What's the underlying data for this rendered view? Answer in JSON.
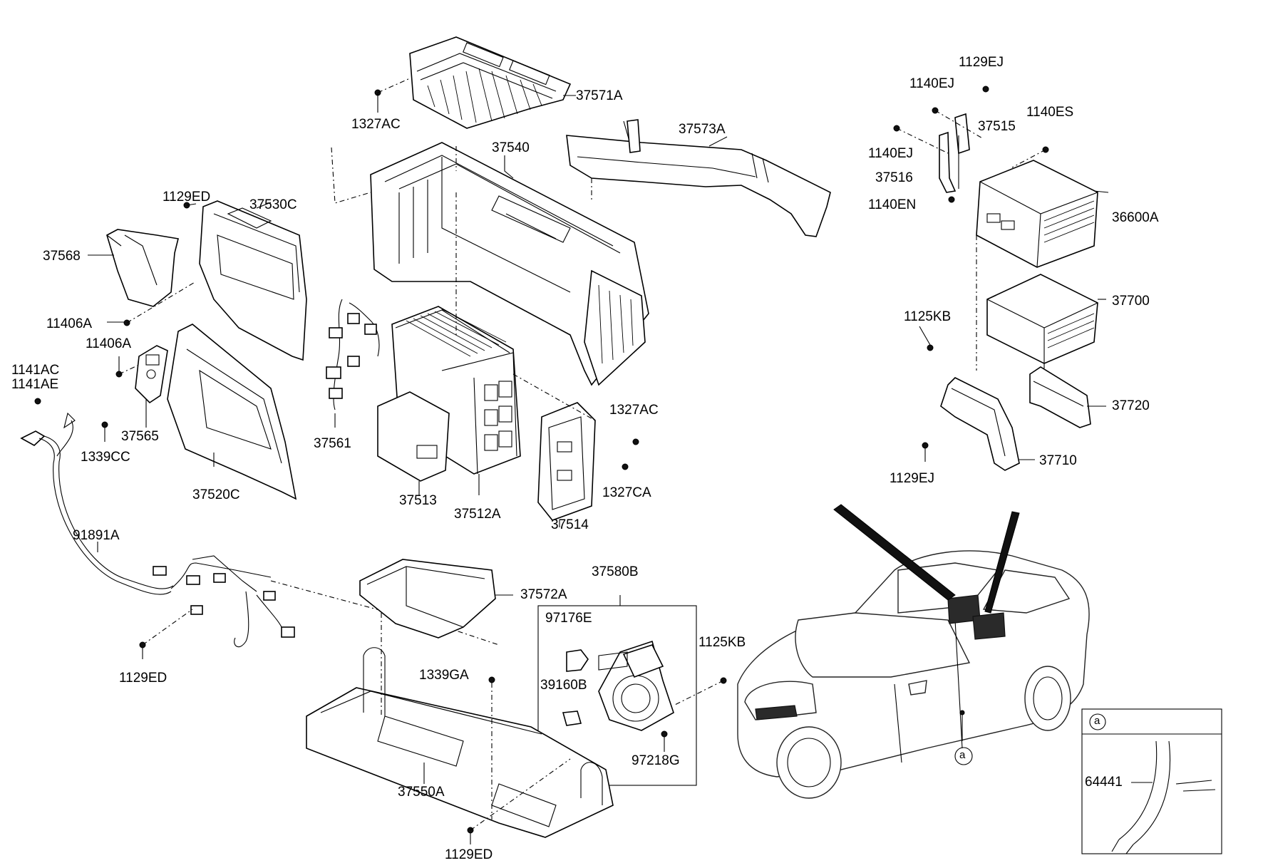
{
  "diagram": {
    "part_numbers": {
      "p37571A": "37571A",
      "p1327AC_top": "1327AC",
      "p37573A": "37573A",
      "p37540": "37540",
      "p1129ED_left": "1129ED",
      "p37530C": "37530C",
      "p37568": "37568",
      "p11406A_a": "11406A",
      "p11406A_b": "11406A",
      "p1141AC": "1141AC",
      "p1141AE": "1141AE",
      "p37565": "37565",
      "p1339CC": "1339CC",
      "p37520C": "37520C",
      "p37561": "37561",
      "p37513": "37513",
      "p37512A": "37512A",
      "p1327AC_mid": "1327AC",
      "p1327CA": "1327CA",
      "p37514": "37514",
      "p1129EJ_top": "1129EJ",
      "p1140EJ_a": "1140EJ",
      "p37515": "37515",
      "p1140ES": "1140ES",
      "p1140EJ_b": "1140EJ",
      "p37516": "37516",
      "p1140EN": "1140EN",
      "p36600A": "36600A",
      "p37700": "37700",
      "p1125KB_right": "1125KB",
      "p37720": "37720",
      "p37710": "37710",
      "p1129EJ_bottom": "1129EJ",
      "p91891A": "91891A",
      "p1129ED_harness": "1129ED",
      "p37572A": "37572A",
      "p37580B": "37580B",
      "p97176E": "97176E",
      "p1125KB_fan": "1125KB",
      "p1339GA": "1339GA",
      "p39160B": "39160B",
      "p97218G": "97218G",
      "p37550A": "37550A",
      "p1129ED_bottom": "1129ED",
      "p64441": "64441"
    },
    "callout_letter": "a",
    "inset_header_letter": "a"
  }
}
